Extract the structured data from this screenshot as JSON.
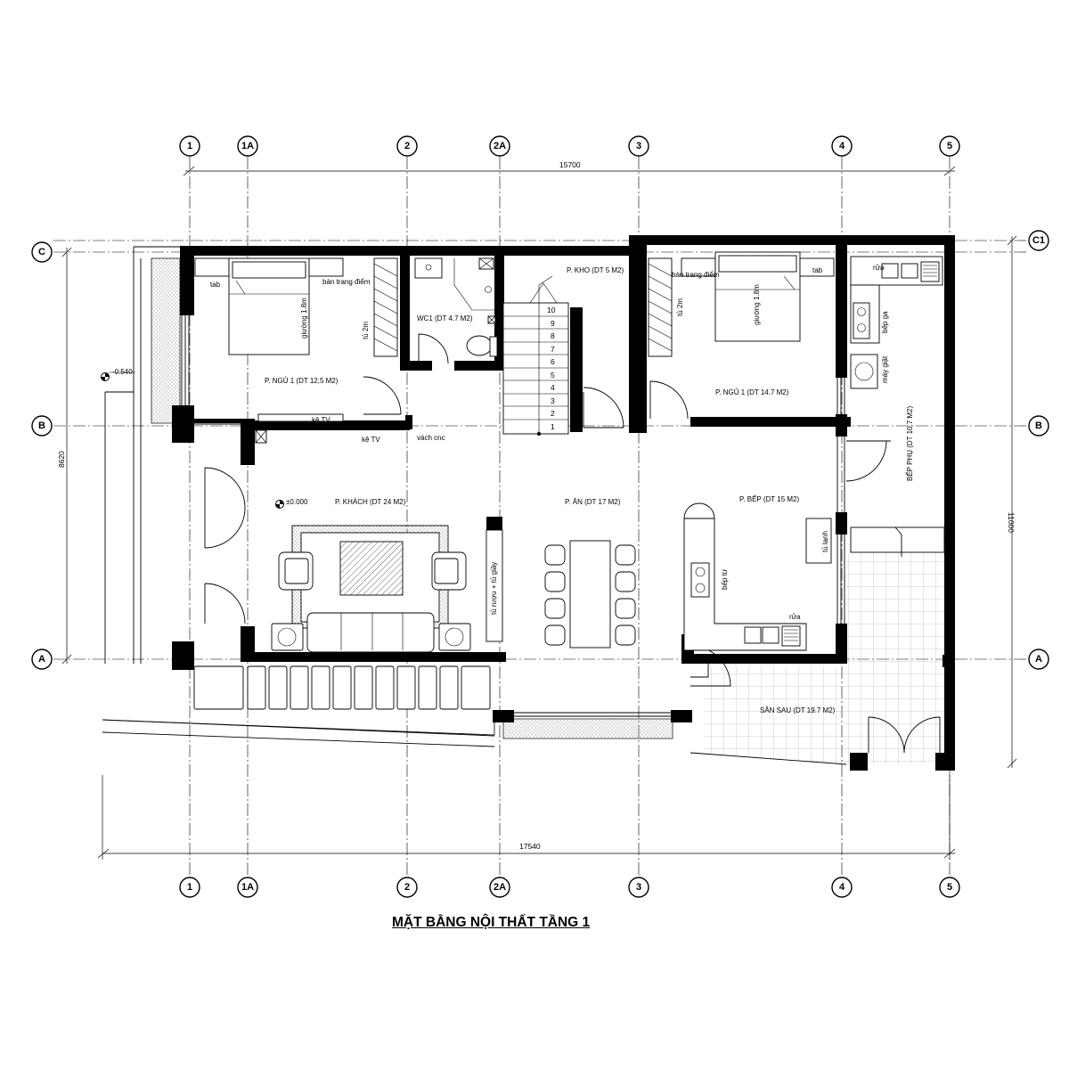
{
  "title": "MẶT BẰNG NỘI THẤT TẦNG 1",
  "grid": {
    "columns": [
      "1",
      "1A",
      "2",
      "2A",
      "3",
      "4",
      "5"
    ],
    "rows": [
      "C",
      "C1",
      "B",
      "A"
    ]
  },
  "dimensions": {
    "top": "15700",
    "bottom": "17540",
    "left": "8620",
    "right": "11000"
  },
  "levels": {
    "outside": "-0.540",
    "inside": "±0.000"
  },
  "rooms": {
    "bedroom_left": "P. NGỦ 1 (DT 12,5 M2)",
    "wc": "WC1 (DT 4.7 M2)",
    "storage": "P. KHO (DT 5 M2)",
    "bedroom_right": "P. NGỦ 1 (DT 14.7 M2)",
    "living": "P. KHÁCH  (DT 24 M2)",
    "dining": "P. ĂN (DT 17 M2)",
    "kitchen": "P. BẾP (DT 15 M2)",
    "side_kitchen": "BẾP PHỤ (DT 10.7 M2)",
    "backyard": "SÂN SAU (DT 19.7 M2)"
  },
  "furniture": {
    "tab_left": "tab",
    "vanity_left": "bàn trang điểm",
    "bed_left": "giường 1.8m",
    "wardrobe_left": "tủ 2m",
    "tv_shelf": "kệ TV",
    "tv_shelf_living": "kệ TV",
    "cnc_partition": "vách cnc",
    "wine_cabinet": "tủ rượu + tủ giầy",
    "vanity_right": "bàn trang điểm",
    "tab_right": "tab",
    "wardrobe_right": "tủ 2m",
    "bed_right": "giường 1.8m",
    "fridge": "tủ lạnh",
    "induction_hob": "bếp từ",
    "sink_kitchen": "rửa",
    "sink_side": "rửa",
    "gas_stove": "bếp ga",
    "washer": "máy giặt"
  },
  "stairs": [
    "1",
    "2",
    "3",
    "4",
    "5",
    "6",
    "7",
    "8",
    "9",
    "10"
  ]
}
